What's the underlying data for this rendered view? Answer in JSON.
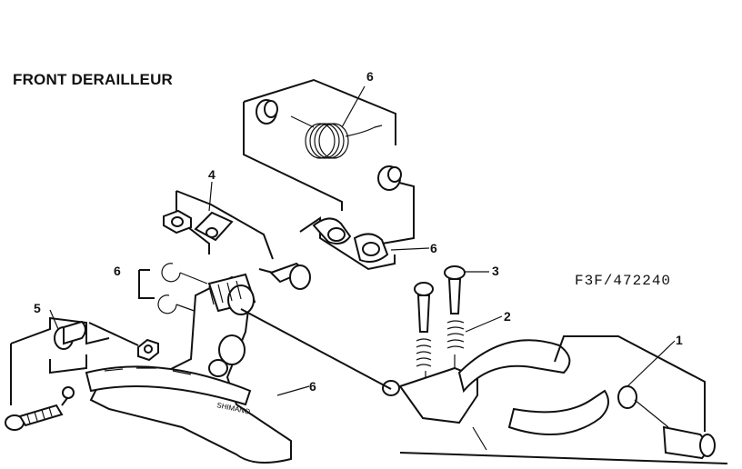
{
  "title": "FRONT DERAILLEUR",
  "part_code": "F3F/472240",
  "callouts": {
    "c1": "1",
    "c2": "2",
    "c3": "3",
    "c4": "4",
    "c5": "5",
    "c6_spring": "6",
    "c6_link": "6",
    "c6_clips": "6",
    "c6_body": "6"
  },
  "body_brand": "SHIMANO"
}
